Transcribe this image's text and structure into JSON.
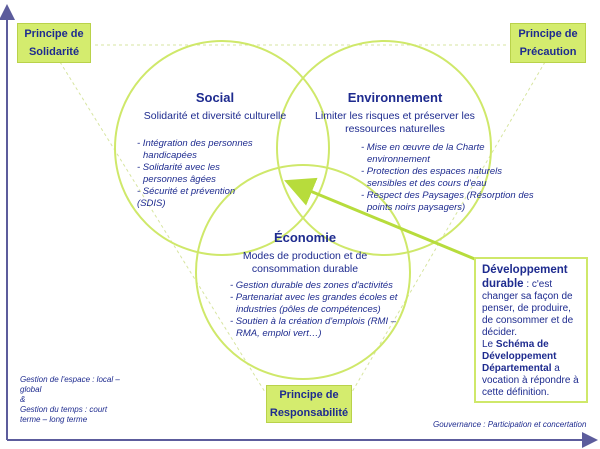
{
  "principles": {
    "solidarite": [
      "Principe de",
      "Solidarité"
    ],
    "precaution": [
      "Principe de",
      "Précaution"
    ],
    "responsabilite": [
      "Principe de",
      "Responsabilité"
    ]
  },
  "social": {
    "title": "Social",
    "subtitle": "Solidarité et diversité culturelle",
    "items": [
      "- Intégration des personnes",
      "handicapées",
      "- Solidarité avec les",
      "personnes âgées",
      "- Sécurité et prévention",
      "(SDIS)"
    ]
  },
  "environnement": {
    "title": "Environnement",
    "subtitle": [
      "Limiter les risques et préserver les",
      "ressources naturelles"
    ],
    "items": [
      "- Mise en œuvre de la Charte",
      "environnement",
      "- Protection des espaces naturels",
      "sensibles et des cours d'eau",
      "- Respect des Paysages (Résorption des",
      "points noirs paysagers)"
    ]
  },
  "economie": {
    "title": "Économie",
    "subtitle": [
      "Modes de production et de",
      "consommation durable"
    ],
    "items": [
      "- Gestion durable des zones d'activités",
      "- Partenariat avec les grandes écoles et",
      "industries (pôles de compétences)",
      "- Soutien à la création d'emplois (RMI –",
      "RMA, emploi vert…)"
    ]
  },
  "definition": {
    "term": "Développement durable",
    "text1": " : c'est changer sa façon de penser, de produire, de consommer et de décider.",
    "text2": "Le ",
    "schema": "Schéma de Développement Départemental",
    "text3": " a vocation à répondre à cette définition."
  },
  "notes": {
    "left": [
      "Gestion de l'espace : local –",
      "global",
      "&",
      "Gestion du temps : court",
      "terme – long terme"
    ],
    "right": "Gouvernance : Participation et concertation"
  },
  "colors": {
    "accent": "#d4ec6e",
    "text": "#1e2b8f",
    "circle": "#cfe86a",
    "axis": "#5c5c9c"
  }
}
